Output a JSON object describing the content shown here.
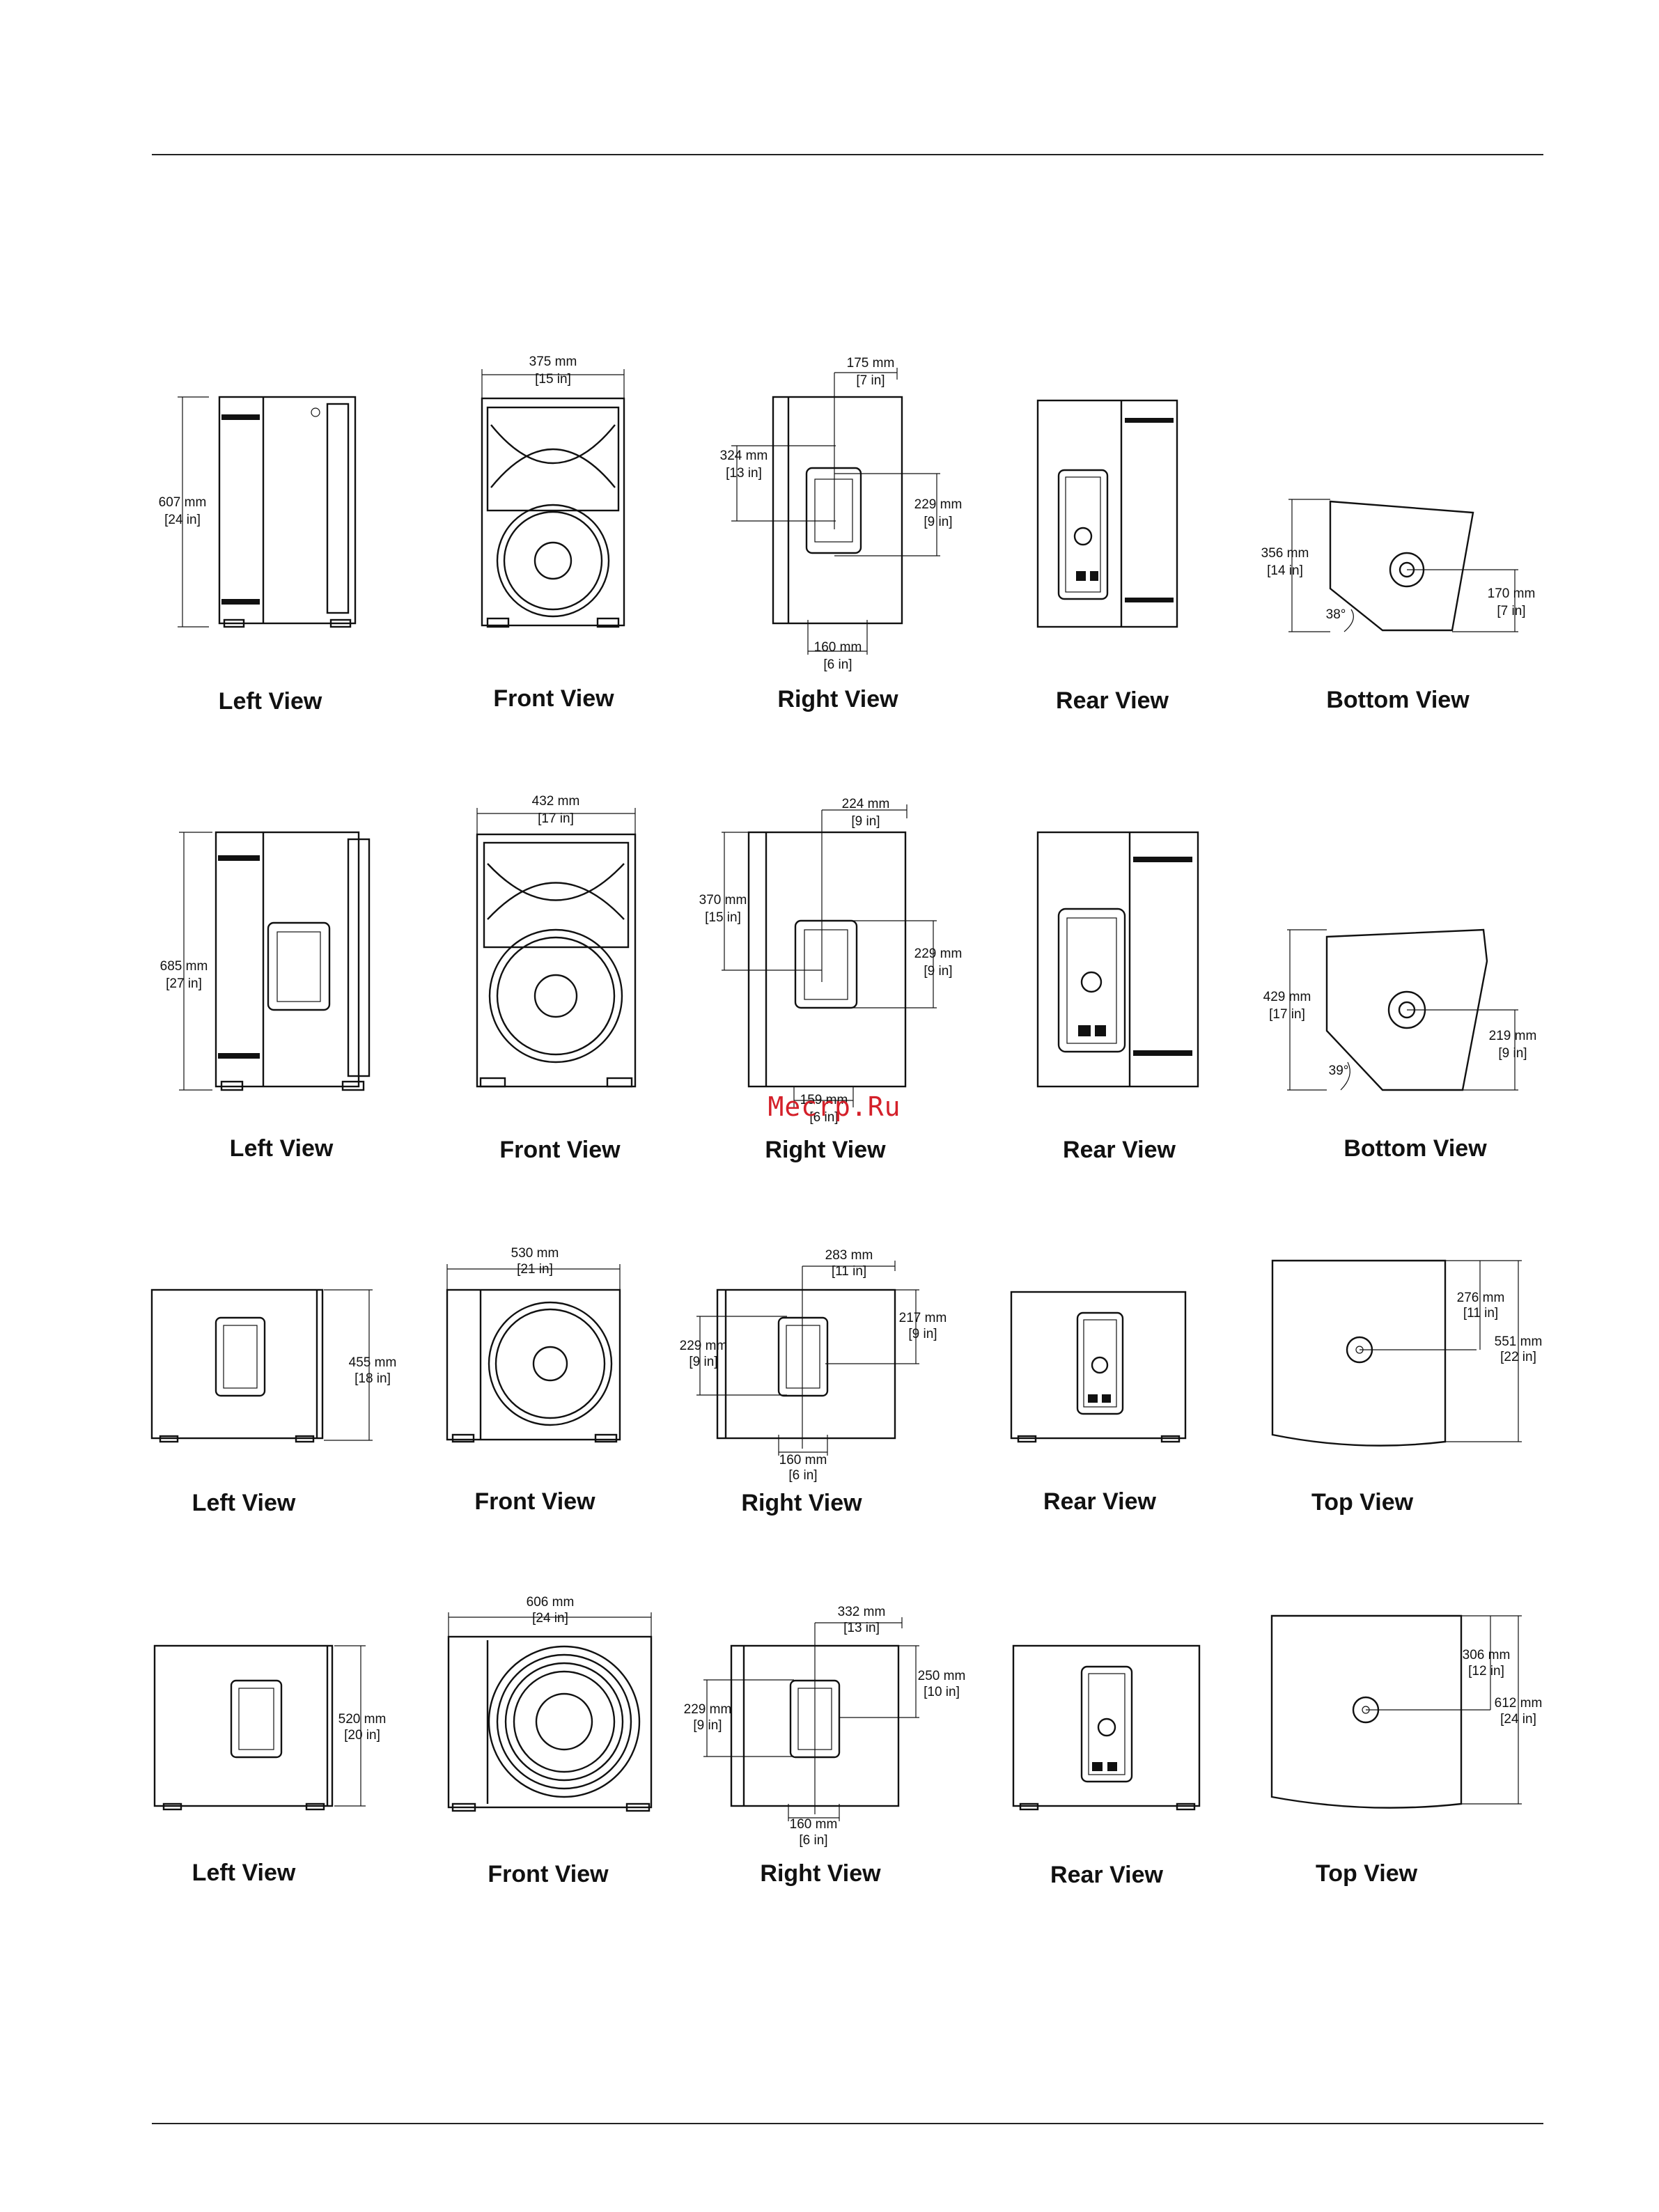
{
  "watermark": "Mecrp.Ru",
  "rows": [
    {
      "labels": [
        "Left View",
        "Front View",
        "Right View",
        "Rear View",
        "Bottom View"
      ],
      "left_height": [
        "607 mm",
        "[24 in]"
      ],
      "front_width": [
        "375 mm",
        "[15 in]"
      ],
      "right_top": [
        "175 mm",
        "[7 in]"
      ],
      "right_left": [
        "324 mm",
        "[13 in]"
      ],
      "right_right": [
        "229 mm",
        "[9 in]"
      ],
      "right_bottom": [
        "160 mm",
        "[6 in]"
      ],
      "side_a": [
        "356 mm",
        "[14 in]"
      ],
      "side_b": [
        "170 mm",
        "[7 in]"
      ],
      "angle": "38°"
    },
    {
      "labels": [
        "Left View",
        "Front View",
        "Right View",
        "Rear View",
        "Bottom View"
      ],
      "left_height": [
        "685 mm",
        "[27 in]"
      ],
      "front_width": [
        "432 mm",
        "[17 in]"
      ],
      "right_top": [
        "224 mm",
        "[9 in]"
      ],
      "right_left": [
        "370 mm",
        "[15 in]"
      ],
      "right_right": [
        "229 mm",
        "[9 in]"
      ],
      "right_bottom": [
        "159 mm",
        "[6 in]"
      ],
      "side_a": [
        "429 mm",
        "[17 in]"
      ],
      "side_b": [
        "219 mm",
        "[9 in]"
      ],
      "angle": "39°"
    },
    {
      "labels": [
        "Left View",
        "Front View",
        "Right View",
        "Rear View",
        "Top View"
      ],
      "left_height": [
        "455 mm",
        "[18 in]"
      ],
      "front_width": [
        "530 mm",
        "[21 in]"
      ],
      "right_top": [
        "283 mm",
        "[11 in]"
      ],
      "right_left": [
        "229 mm",
        "[9 in]"
      ],
      "right_right": [
        "217 mm",
        "[9 in]"
      ],
      "right_bottom": [
        "160 mm",
        "[6 in]"
      ],
      "side_a": [
        "276 mm",
        "[11 in]"
      ],
      "side_b": [
        "551 mm",
        "[22 in]"
      ]
    },
    {
      "labels": [
        "Left View",
        "Front View",
        "Right View",
        "Rear View",
        "Top View"
      ],
      "left_height": [
        "520 mm",
        "[20 in]"
      ],
      "front_width": [
        "606 mm",
        "[24 in]"
      ],
      "right_top": [
        "332 mm",
        "[13 in]"
      ],
      "right_left": [
        "229 mm",
        "[9 in]"
      ],
      "right_right": [
        "250 mm",
        "[10 in]"
      ],
      "right_bottom": [
        "160 mm",
        "[6 in]"
      ],
      "side_a": [
        "306 mm",
        "[12 in]"
      ],
      "side_b": [
        "612 mm",
        "[24 in]"
      ]
    }
  ]
}
